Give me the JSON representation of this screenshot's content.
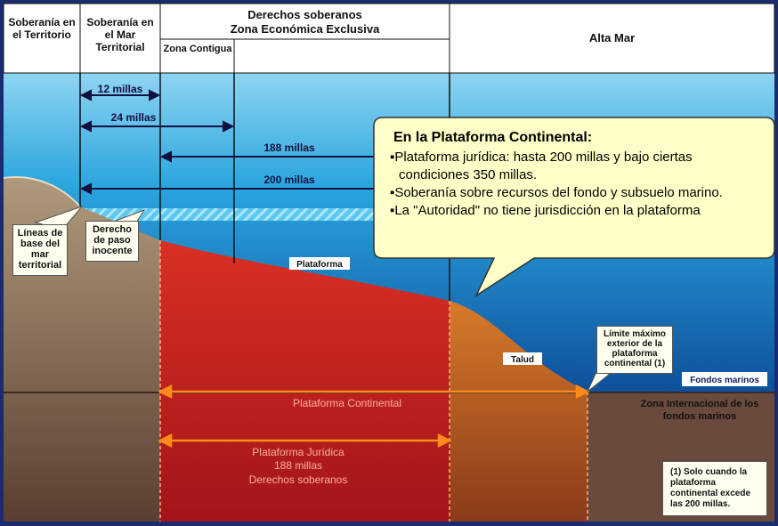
{
  "header": {
    "col1": "Soberanía en el Territorio",
    "col2": "Soberanía en el Mar Territorial",
    "col3_top": "Derechos soberanos",
    "col3_sub": "Zona Económica Exclusiva",
    "col3_zone": "Zona Contigua",
    "col4": "Alta Mar"
  },
  "arrows": {
    "a12": "12 millas",
    "a24": "24 millas",
    "a188": "188 millas",
    "a200": "200 millas"
  },
  "callout": {
    "title": "En la Plataforma Continental:",
    "items": [
      "▪Plataforma jurídica: hasta 200 millas y bajo ciertas",
      "condiciones 350 millas.",
      "▪Soberanía sobre recursos del fondo y subsuelo marino.",
      "▪La \"Autoridad\" no tiene jurisdicción en la plataforma"
    ]
  },
  "labels": {
    "baselines": "Líneas de base del mar territorial",
    "innocent_passage": "Derecho de paso inocente",
    "plataforma": "Plataforma",
    "talud": "Talud",
    "limit": "Límite máximo exterior de la plataforma continental (1)",
    "fondos": "Fondos marinos",
    "zona_internacional_1": "Zona Internacional de los",
    "zona_internacional_2": "fondos marinos",
    "plataforma_continental": "Plataforma Continental",
    "juridica_1": "Plataforma Jurídica",
    "juridica_2": "188 millas",
    "juridica_3": "Derechos soberanos",
    "footnote": "(1) Solo cuando la plataforma continental excede las 200 millas."
  },
  "colors": {
    "sea": "#1a9ad6",
    "land": "#c9b89a",
    "shelf_red": "#d42020",
    "slope_orange": "#d2691e",
    "arrow_orange": "#ff8c1a",
    "callout_bg": "#ffffc8"
  }
}
